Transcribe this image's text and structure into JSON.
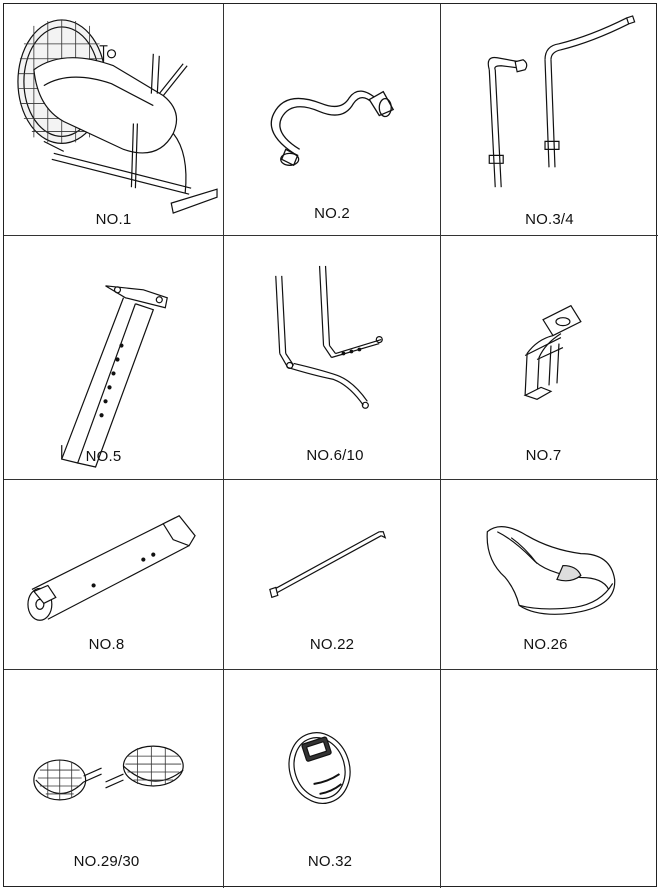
{
  "parts": [
    {
      "label": "NO.1",
      "icon": "air-bike-frame"
    },
    {
      "label": "NO.2",
      "icon": "curved-handlebar"
    },
    {
      "label": "NO.3/4",
      "icon": "arm-handlebars-pair"
    },
    {
      "label": "NO.5",
      "icon": "seat-post"
    },
    {
      "label": "NO.6/10",
      "icon": "arm-links-pair"
    },
    {
      "label": "NO.7",
      "icon": "seat-slider-bracket"
    },
    {
      "label": "NO.8",
      "icon": "stabilizer-tube"
    },
    {
      "label": "NO.22",
      "icon": "axle-rod"
    },
    {
      "label": "NO.26",
      "icon": "saddle"
    },
    {
      "label": "NO.29/30",
      "icon": "pedals-pair"
    },
    {
      "label": "NO.32",
      "icon": "console"
    },
    {
      "label": "",
      "icon": ""
    }
  ]
}
